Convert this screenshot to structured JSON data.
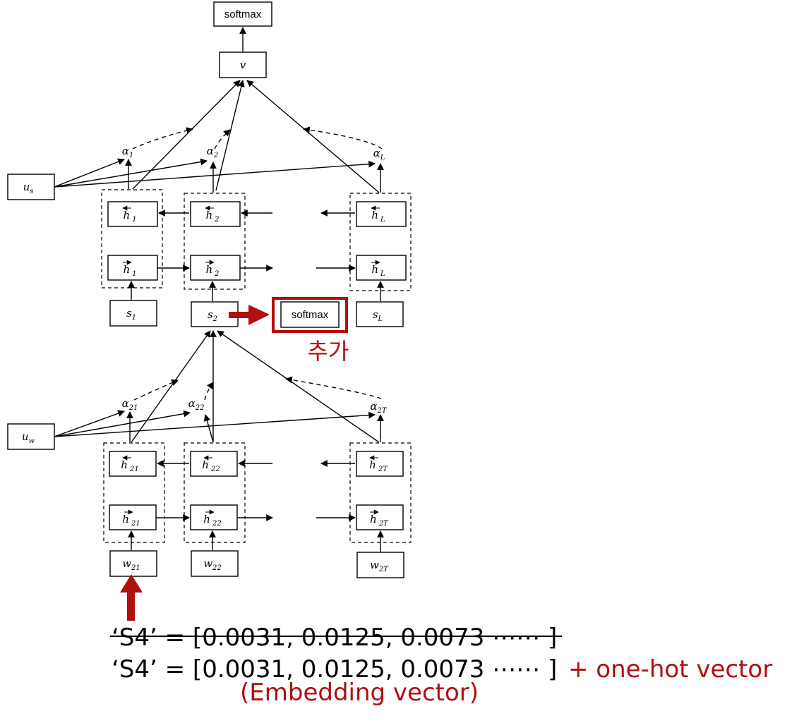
{
  "sentence_level": {
    "output_label": "softmax",
    "v_label": "v",
    "context_vector": {
      "base": "u",
      "sub": "s"
    },
    "attention": [
      {
        "base": "α",
        "sub": "1"
      },
      {
        "base": "α",
        "sub": "2"
      },
      {
        "base": "α",
        "sub": "L"
      }
    ],
    "backward": [
      {
        "base": "h",
        "sub": "1"
      },
      {
        "base": "h",
        "sub": "2"
      },
      {
        "base": "h",
        "sub": "L"
      }
    ],
    "forward": [
      {
        "base": "h",
        "sub": "1"
      },
      {
        "base": "h",
        "sub": "2"
      },
      {
        "base": "h",
        "sub": "L"
      }
    ],
    "inputs": [
      {
        "base": "s",
        "sub": "1"
      },
      {
        "base": "s",
        "sub": "2"
      },
      {
        "base": "s",
        "sub": "L"
      }
    ]
  },
  "added_block": {
    "label": "softmax",
    "caption": "추가"
  },
  "word_level": {
    "context_vector": {
      "base": "u",
      "sub": "w"
    },
    "attention": [
      {
        "base": "α",
        "sub": "21"
      },
      {
        "base": "α",
        "sub": "22"
      },
      {
        "base": "α",
        "sub": "2T"
      }
    ],
    "backward": [
      {
        "base": "h",
        "sub": "21"
      },
      {
        "base": "h",
        "sub": "22"
      },
      {
        "base": "h",
        "sub": "2T"
      }
    ],
    "forward": [
      {
        "base": "h",
        "sub": "21"
      },
      {
        "base": "h",
        "sub": "22"
      },
      {
        "base": "h",
        "sub": "2T"
      }
    ],
    "inputs": [
      {
        "base": "w",
        "sub": "21"
      },
      {
        "base": "w",
        "sub": "22"
      },
      {
        "base": "w",
        "sub": "2T"
      }
    ]
  },
  "annotations": {
    "line1": "‘S4’ = [0.0031, 0.0125, 0.0073 ⋯⋯ ]",
    "line2_main": "‘S4’ = [0.0031, 0.0125, 0.0073 ⋯⋯ ]",
    "line2_suffix": "+ one-hot vector",
    "line3": "(Embedding vector)"
  },
  "colors": {
    "accent": "#b01010",
    "ink": "#000000"
  }
}
